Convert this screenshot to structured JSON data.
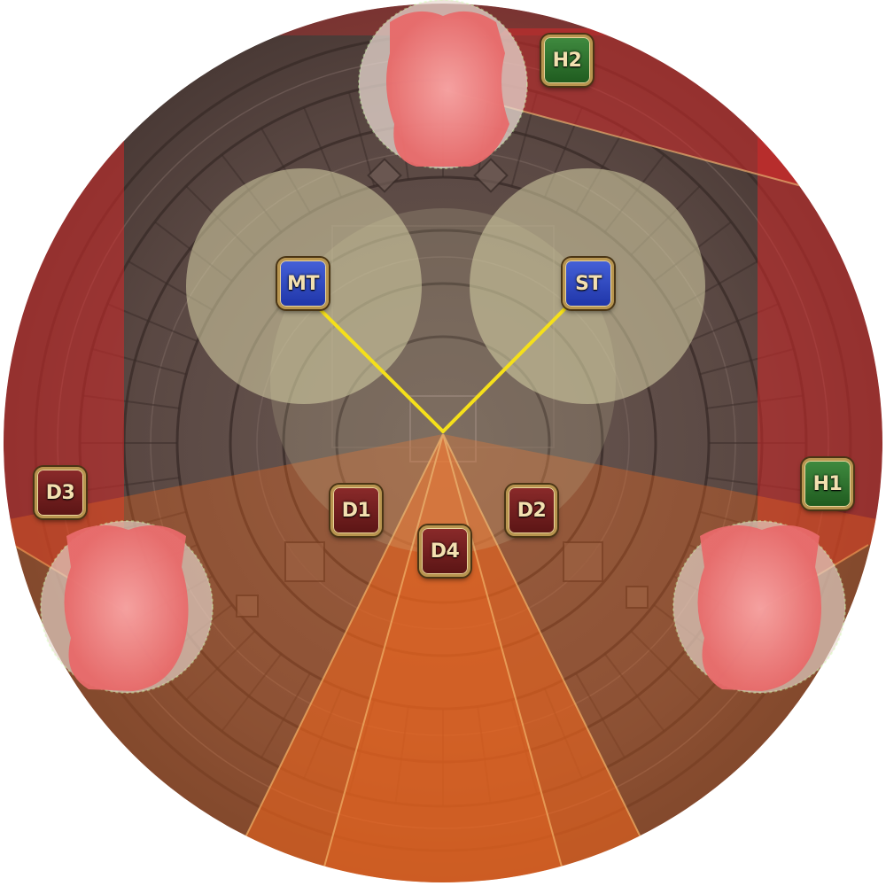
{
  "arena": {
    "floor_color": "#5e4b45",
    "ring_color": "#3f302c"
  },
  "markers": {
    "mt": {
      "label": "MT",
      "role": "tank"
    },
    "st": {
      "label": "ST",
      "role": "tank"
    },
    "h1": {
      "label": "H1",
      "role": "healer"
    },
    "h2": {
      "label": "H2",
      "role": "healer"
    },
    "d1": {
      "label": "D1",
      "role": "dps"
    },
    "d2": {
      "label": "D2",
      "role": "dps"
    },
    "d3": {
      "label": "D3",
      "role": "dps"
    },
    "d4": {
      "label": "D4",
      "role": "dps"
    }
  },
  "colors": {
    "tank": "#2f47c4",
    "healer": "#2f7a2f",
    "dps": "#7a2020",
    "danger_zone": "#d42a2a",
    "cone_aoe": "#f2661e",
    "tether": "#f5e01a",
    "safe_circle": "#d9d4a8",
    "puddle": "#f07a7a"
  }
}
